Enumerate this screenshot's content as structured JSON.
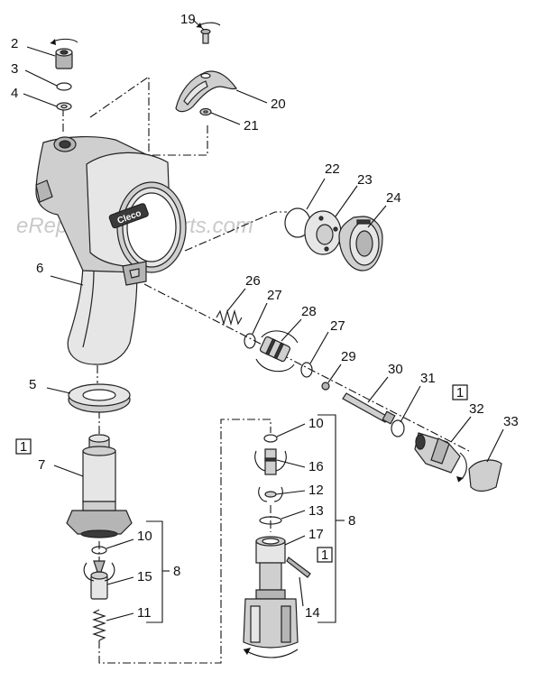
{
  "watermark": "eReplacementParts.com",
  "brand": "Cleco",
  "callouts": [
    "19",
    "2",
    "3",
    "4",
    "20",
    "21",
    "22",
    "23",
    "24",
    "6",
    "26",
    "27",
    "28",
    "27",
    "29",
    "30",
    "31",
    "32",
    "33",
    "5",
    "10",
    "16",
    "12",
    "13",
    "8",
    "17",
    "14",
    "7",
    "10",
    "15",
    "8",
    "11"
  ],
  "boxed_labels": [
    "1",
    "1",
    "1"
  ]
}
